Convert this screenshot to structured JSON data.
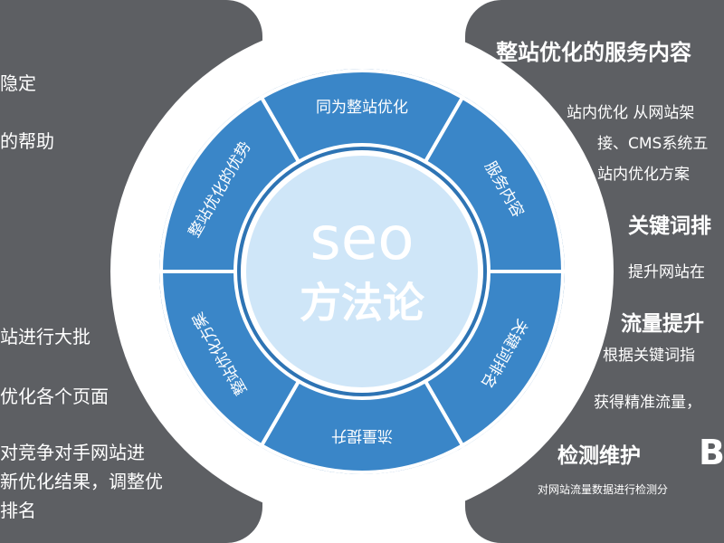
{
  "left_panel": {
    "lines": [
      "隐定",
      "的帮助",
      "站进行大批",
      "优化各个页面",
      "对竞争对手网站进",
      "新优化结果，调整优",
      "排名"
    ]
  },
  "right_panel": {
    "title": "整站优化的服务内容",
    "lines": [
      {
        "text": "站内优化 从网站架",
        "kind": "small"
      },
      {
        "text": "接、CMS系统五",
        "kind": "small"
      },
      {
        "text": "站内优化方案",
        "kind": "small"
      },
      {
        "text": "关键词排",
        "kind": "head"
      },
      {
        "text": "提升网站在",
        "kind": "small"
      },
      {
        "text": "流量提升",
        "kind": "head"
      },
      {
        "text": "根据关键词指",
        "kind": "small"
      },
      {
        "text": "获得精准流量，",
        "kind": "small"
      },
      {
        "text": "检测维护",
        "kind": "head"
      },
      {
        "text": "对网站流量数据进行检测分",
        "kind": "tiny"
      }
    ],
    "logo_fragment": "B"
  },
  "diagram": {
    "center_line1": "seo",
    "center_line2": "方法论",
    "segments": [
      "同为整站优化",
      "服务内容",
      "关键词排名",
      "流量提升",
      "整站优化方案",
      "整站优化的优势"
    ],
    "colors": {
      "ring": "#3a86c8",
      "center": "#cfe6f8",
      "center_text": "#ffffff",
      "divider": "#ffffff",
      "halo": "#ffffff"
    }
  }
}
